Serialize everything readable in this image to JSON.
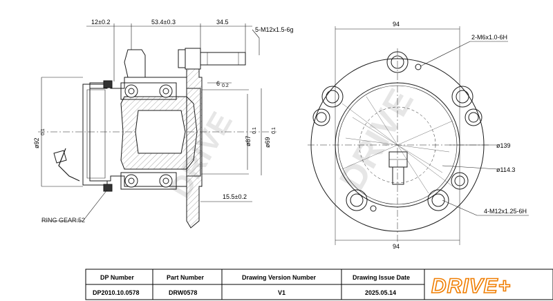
{
  "dimensions": {
    "flange_offset": "12±0.2",
    "hub_length": "53.4±0.3",
    "stud_length": "34.5",
    "stud_thread": "5-M12x1.5-6g",
    "pilot_depth": "6",
    "pilot_tol": "0.2",
    "outer_dia": "ø92",
    "bore_dia": "ø87",
    "pilot_dia": "ø69",
    "small_tol": "0.1",
    "flange_step": "15.5±0.2",
    "ring_gear": "RING GEAR:52",
    "width_top": "94",
    "width_bottom": "94",
    "hole_thread": "2-M6x1.0-6H",
    "bolt_circle": "ø139",
    "pcd": "ø114.3",
    "bolt_thread": "4-M12x1.25-6H"
  },
  "watermark": "DRIVE",
  "title_block": {
    "headers": [
      "DP Number",
      "Part Number",
      "Drawing Version Number",
      "Drawing Issue Date"
    ],
    "values": [
      "DP2010.10.0578",
      "DRW0578",
      "V1",
      "2025.05.14"
    ],
    "logo": "DRIVE+"
  },
  "colors": {
    "logo_orange": "#f07d00",
    "line": "#1a1a1a",
    "hatch": "#555555"
  }
}
